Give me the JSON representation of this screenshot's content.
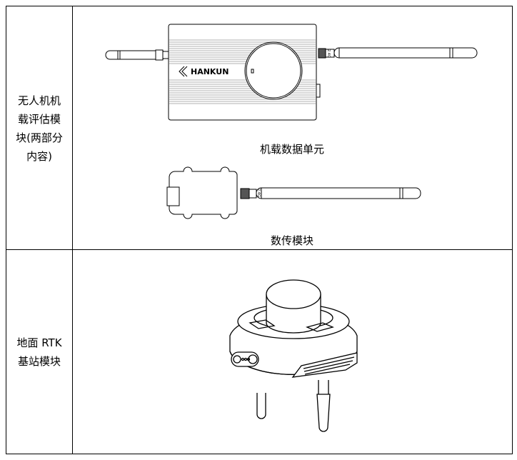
{
  "table": {
    "rows": [
      {
        "label_lines": [
          "无人机机",
          "载评估模",
          "块(两部分",
          "内容)"
        ],
        "items": [
          {
            "caption": "机载数据单元",
            "brand": "HANKUN",
            "antenna_marking": "2.4G"
          },
          {
            "caption": "数传模块",
            "antenna_marking": "2.4G"
          }
        ]
      },
      {
        "label_lines": [
          "地面 RTK",
          "基站模块"
        ],
        "items": []
      }
    ]
  }
}
